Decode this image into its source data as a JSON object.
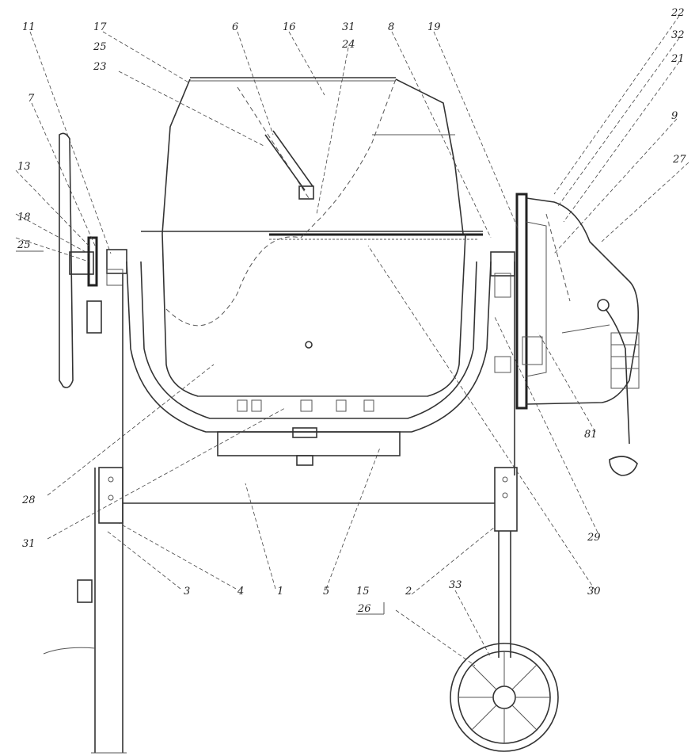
{
  "callouts": [
    {
      "id": "c11",
      "text": "11"
    },
    {
      "id": "c17",
      "text": "17"
    },
    {
      "id": "c25",
      "text": "25"
    },
    {
      "id": "c23",
      "text": "23"
    },
    {
      "id": "c6",
      "text": "6"
    },
    {
      "id": "c16",
      "text": "16"
    },
    {
      "id": "c31",
      "text": "31"
    },
    {
      "id": "c24",
      "text": "24"
    },
    {
      "id": "c8",
      "text": "8"
    },
    {
      "id": "c19",
      "text": "19"
    },
    {
      "id": "c22",
      "text": "22"
    },
    {
      "id": "c32",
      "text": "32"
    },
    {
      "id": "c21",
      "text": "21"
    },
    {
      "id": "c7",
      "text": "7"
    },
    {
      "id": "c9",
      "text": "9"
    },
    {
      "id": "c13",
      "text": "13"
    },
    {
      "id": "c18",
      "text": "18"
    },
    {
      "id": "c25b",
      "text": "25"
    },
    {
      "id": "c27",
      "text": "27"
    },
    {
      "id": "c81",
      "text": "81"
    },
    {
      "id": "c28",
      "text": "28"
    },
    {
      "id": "c31b",
      "text": "31"
    },
    {
      "id": "c29",
      "text": "29"
    },
    {
      "id": "c3",
      "text": "3"
    },
    {
      "id": "c4",
      "text": "4"
    },
    {
      "id": "c1",
      "text": "1"
    },
    {
      "id": "c5",
      "text": "5"
    },
    {
      "id": "c15",
      "text": "15"
    },
    {
      "id": "c2",
      "text": "2"
    },
    {
      "id": "c30",
      "text": "30"
    },
    {
      "id": "c26",
      "text": "26"
    },
    {
      "id": "c33",
      "text": "33"
    }
  ]
}
